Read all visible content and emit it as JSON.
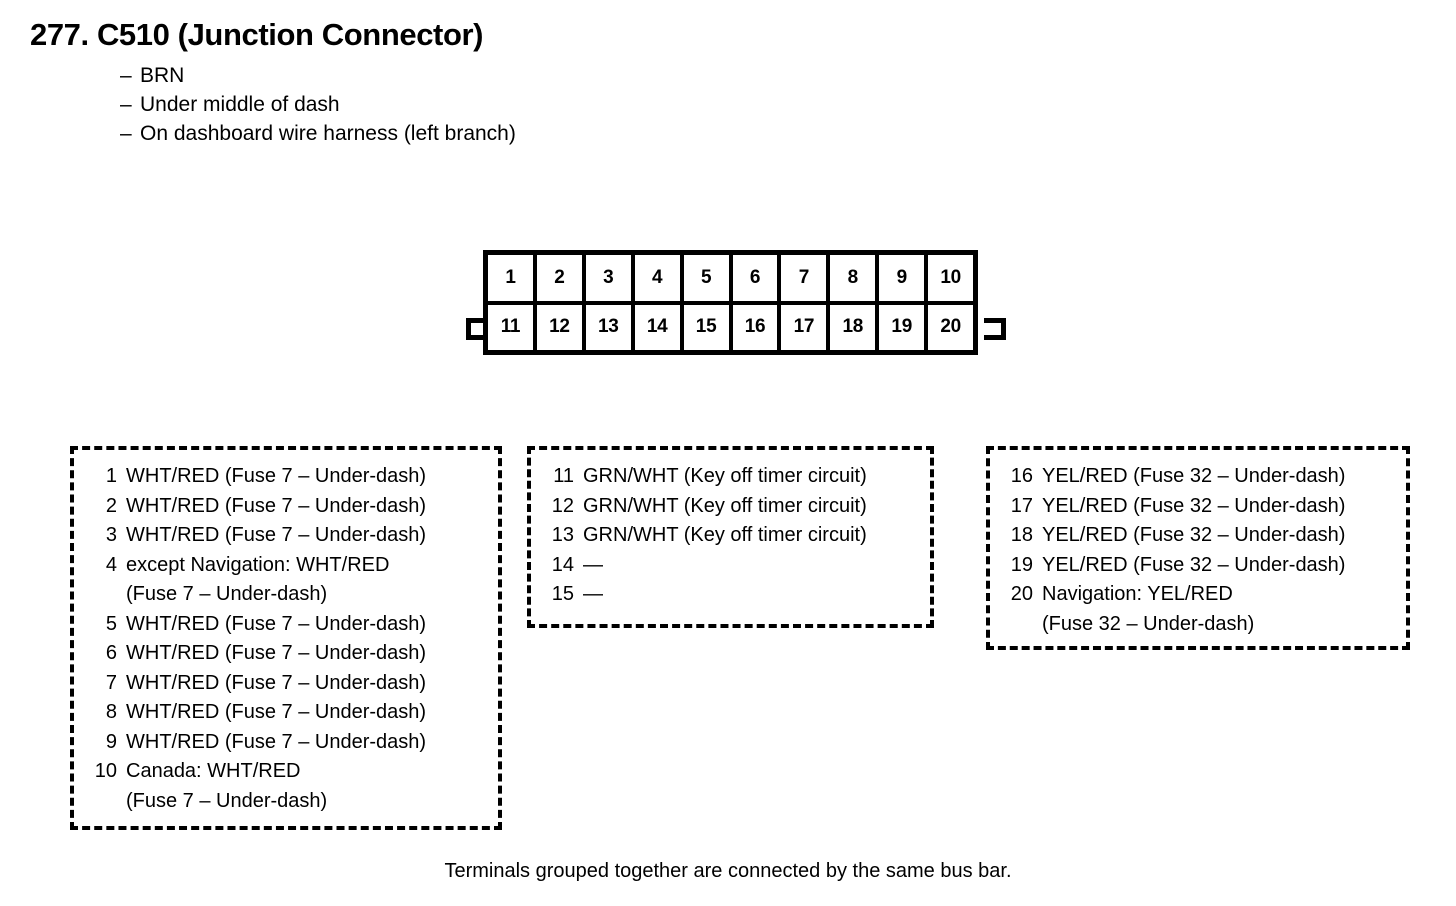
{
  "header": {
    "title": "277. C510 (Junction Connector)",
    "dash": "–",
    "specs": [
      "BRN",
      "Under middle of dash",
      "On dashboard wire harness (left branch)"
    ]
  },
  "connector": {
    "top_row": [
      "1",
      "2",
      "3",
      "4",
      "5",
      "6",
      "7",
      "8",
      "9",
      "10"
    ],
    "bottom_row": [
      "11",
      "12",
      "13",
      "14",
      "15",
      "16",
      "17",
      "18",
      "19",
      "20"
    ]
  },
  "legend_groups": [
    {
      "id": "group-left",
      "entries": [
        {
          "num": "1",
          "line1": "WHT/RED (Fuse 7 – Under-dash)",
          "line2": ""
        },
        {
          "num": "2",
          "line1": "WHT/RED (Fuse 7 – Under-dash)",
          "line2": ""
        },
        {
          "num": "3",
          "line1": "WHT/RED (Fuse 7 – Under-dash)",
          "line2": ""
        },
        {
          "num": "4",
          "line1": "except Navigation: WHT/RED",
          "line2": "(Fuse 7 – Under-dash)"
        },
        {
          "num": "5",
          "line1": "WHT/RED (Fuse 7 – Under-dash)",
          "line2": ""
        },
        {
          "num": "6",
          "line1": "WHT/RED (Fuse 7 – Under-dash)",
          "line2": ""
        },
        {
          "num": "7",
          "line1": "WHT/RED (Fuse 7 – Under-dash)",
          "line2": ""
        },
        {
          "num": "8",
          "line1": "WHT/RED (Fuse 7 – Under-dash)",
          "line2": ""
        },
        {
          "num": "9",
          "line1": "WHT/RED (Fuse 7 – Under-dash)",
          "line2": ""
        },
        {
          "num": "10",
          "line1": "Canada: WHT/RED",
          "line2": "(Fuse 7 – Under-dash)"
        }
      ]
    },
    {
      "id": "group-middle",
      "entries": [
        {
          "num": "11",
          "line1": "GRN/WHT (Key off timer circuit)",
          "line2": ""
        },
        {
          "num": "12",
          "line1": "GRN/WHT (Key off timer circuit)",
          "line2": ""
        },
        {
          "num": "13",
          "line1": "GRN/WHT (Key off timer circuit)",
          "line2": ""
        },
        {
          "num": "14",
          "line1": "—",
          "line2": ""
        },
        {
          "num": "15",
          "line1": "—",
          "line2": ""
        }
      ]
    },
    {
      "id": "group-right",
      "entries": [
        {
          "num": "16",
          "line1": "YEL/RED (Fuse 32 – Under-dash)",
          "line2": ""
        },
        {
          "num": "17",
          "line1": "YEL/RED (Fuse 32 – Under-dash)",
          "line2": ""
        },
        {
          "num": "18",
          "line1": "YEL/RED (Fuse 32 – Under-dash)",
          "line2": ""
        },
        {
          "num": "19",
          "line1": "YEL/RED (Fuse 32 – Under-dash)",
          "line2": ""
        },
        {
          "num": "20",
          "line1": "Navigation: YEL/RED",
          "line2": "(Fuse 32 – Under-dash)"
        }
      ]
    }
  ],
  "footer": {
    "note": "Terminals grouped together are connected by the same bus bar."
  }
}
